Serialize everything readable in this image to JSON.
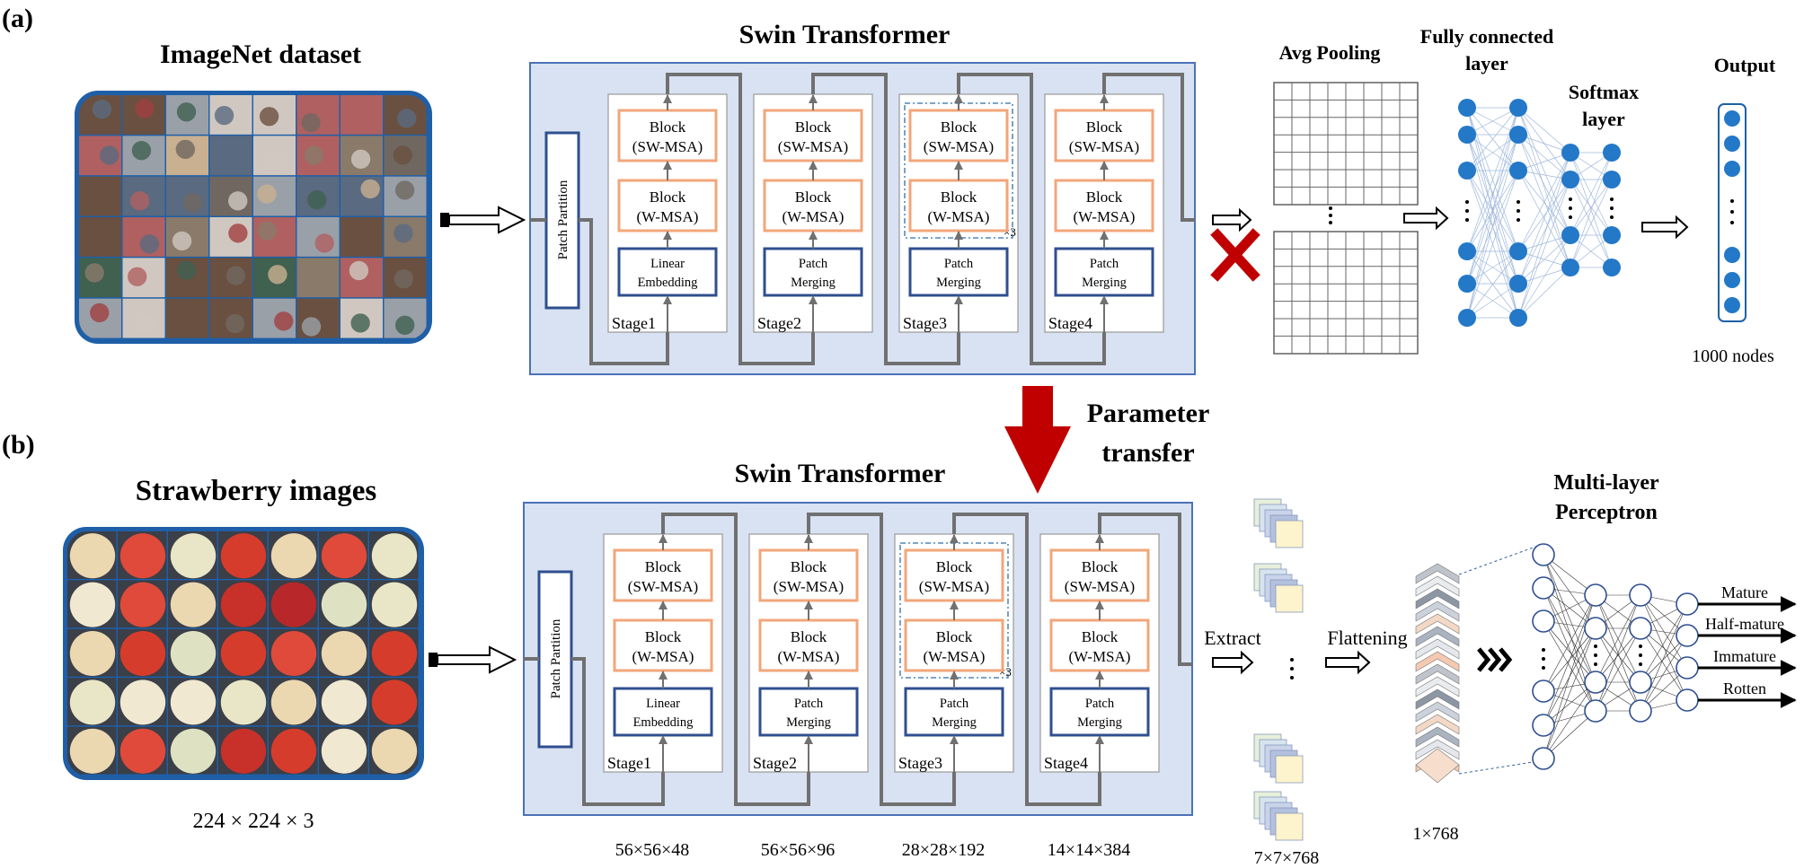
{
  "panel_labels": {
    "a": "(a)",
    "b": "(b)"
  },
  "colors": {
    "panel_fill": "#d9e2f2",
    "panel_border": "#4a72b8",
    "block_border": "#f2a67a",
    "merge_border": "#2f4f8f",
    "node_blue": "#2378c8",
    "cross_red": "#c00000",
    "arrow_red": "#c00000",
    "line_gray": "#707070"
  },
  "row_a": {
    "dataset_title": "ImageNet dataset",
    "swin_title": "Swin Transformer",
    "patch_partition": "Patch Partition",
    "stages": [
      {
        "top": [
          "Block",
          "(SW-MSA)"
        ],
        "mid": [
          "Block",
          "(W-MSA)"
        ],
        "bottom": [
          "Linear",
          "Embedding"
        ],
        "label": "Stage1"
      },
      {
        "top": [
          "Block",
          "(SW-MSA)"
        ],
        "mid": [
          "Block",
          "(W-MSA)"
        ],
        "bottom": [
          "Patch",
          "Merging"
        ],
        "label": "Stage2"
      },
      {
        "top": [
          "Block",
          "(SW-MSA)"
        ],
        "mid": [
          "Block",
          "(W-MSA)"
        ],
        "bottom": [
          "Patch",
          "Merging"
        ],
        "label": "Stage3",
        "repeat": "×3"
      },
      {
        "top": [
          "Block",
          "(SW-MSA)"
        ],
        "mid": [
          "Block",
          "(W-MSA)"
        ],
        "bottom": [
          "Patch",
          "Merging"
        ],
        "label": "Stage4"
      }
    ],
    "avg_pooling": "Avg Pooling",
    "fc_layer": [
      "Fully connected",
      "layer"
    ],
    "softmax_layer": [
      "Softmax",
      "layer"
    ],
    "output": "Output",
    "output_nodes": "1000 nodes"
  },
  "transfer": [
    "Parameter",
    "transfer"
  ],
  "row_b": {
    "dataset_title": "Strawberry images",
    "input_size": "224 × 224 × 3",
    "swin_title": "Swin Transformer",
    "patch_partition": "Patch Partition",
    "stages": [
      {
        "top": [
          "Block",
          "(SW-MSA)"
        ],
        "mid": [
          "Block",
          "(W-MSA)"
        ],
        "bottom": [
          "Linear",
          "Embedding"
        ],
        "label": "Stage1",
        "dims": "56×56×48"
      },
      {
        "top": [
          "Block",
          "(SW-MSA)"
        ],
        "mid": [
          "Block",
          "(W-MSA)"
        ],
        "bottom": [
          "Patch",
          "Merging"
        ],
        "label": "Stage2",
        "dims": "56×56×96"
      },
      {
        "top": [
          "Block",
          "(SW-MSA)"
        ],
        "mid": [
          "Block",
          "(W-MSA)"
        ],
        "bottom": [
          "Patch",
          "Merging"
        ],
        "label": "Stage3",
        "dims": "28×28×192",
        "repeat": "×3"
      },
      {
        "top": [
          "Block",
          "(SW-MSA)"
        ],
        "mid": [
          "Block",
          "(W-MSA)"
        ],
        "bottom": [
          "Patch",
          "Merging"
        ],
        "label": "Stage4",
        "dims": "14×14×384"
      }
    ],
    "extract": "Extract",
    "feature_dims": "7×7×768",
    "flattening": "Flattening",
    "flat_dims": "1×768",
    "mlp_title": [
      "Multi-layer",
      "Perceptron"
    ],
    "classes": [
      "Mature",
      "Half-mature",
      "Immature",
      "Rotten"
    ]
  }
}
